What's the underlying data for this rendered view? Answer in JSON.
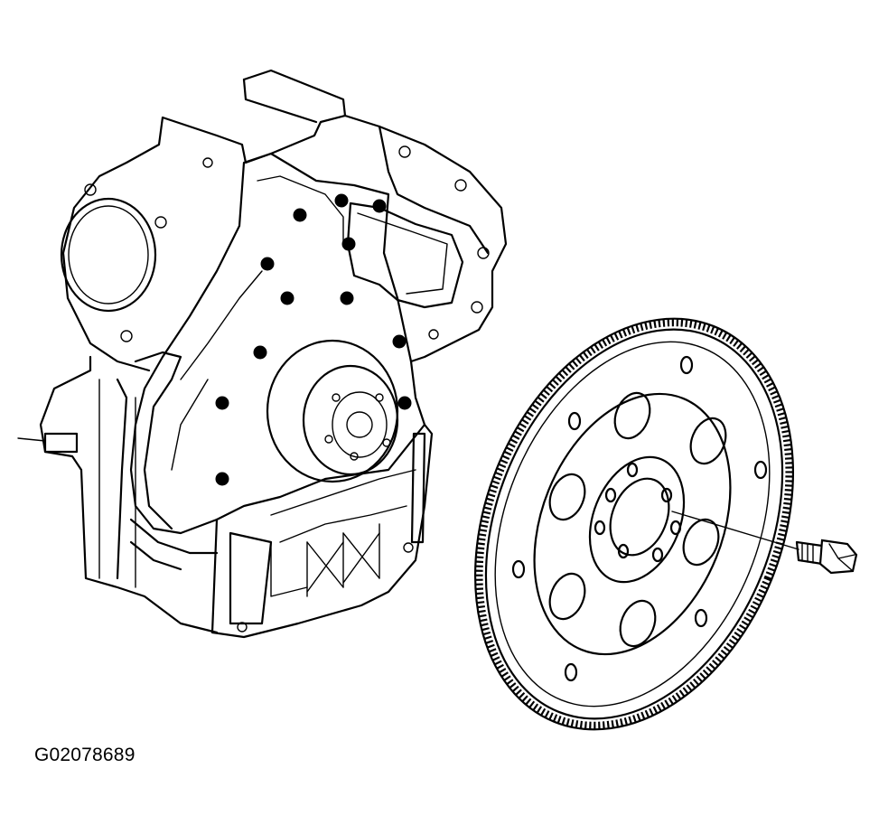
{
  "figure": {
    "id_label": "G02078689"
  },
  "components": [
    {
      "name": "engine-block",
      "icon": "engine-block-line-art"
    },
    {
      "name": "flexplate",
      "icon": "flexplate-ring-gear-line-art"
    },
    {
      "name": "flexplate-bolt",
      "icon": "hex-bolt-line-art"
    }
  ],
  "colors": {
    "ink": "#000000",
    "paper": "#ffffff"
  }
}
